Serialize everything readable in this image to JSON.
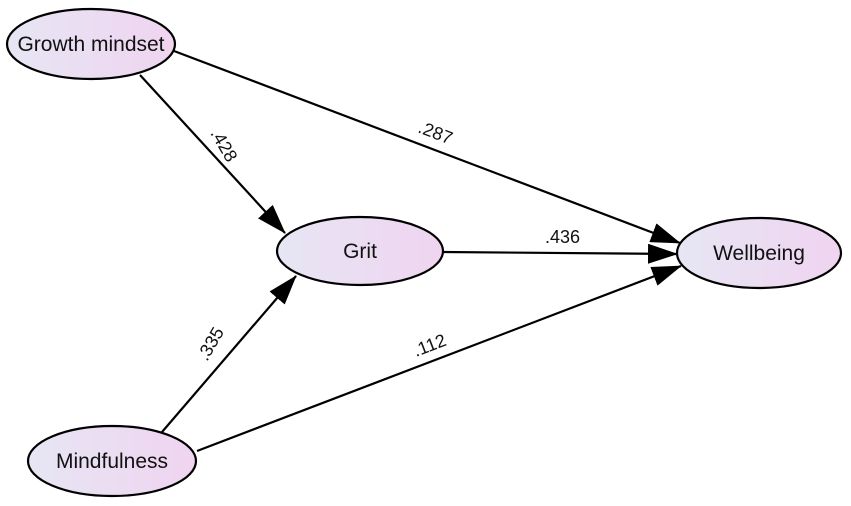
{
  "nodes": {
    "growth_mindset": "Growth mindset",
    "grit": "Grit",
    "wellbeing": "Wellbeing",
    "mindfulness": "Mindfulness"
  },
  "edges": {
    "growth_to_grit": ".428",
    "growth_to_wellbeing": ".287",
    "grit_to_wellbeing": ".436",
    "mindfulness_to_grit": ".335",
    "mindfulness_to_wellbeing": ".112"
  },
  "colors": {
    "node_fill_left": "#e6e6f4",
    "node_fill_right": "#f0d4f0",
    "stroke": "#000000"
  }
}
